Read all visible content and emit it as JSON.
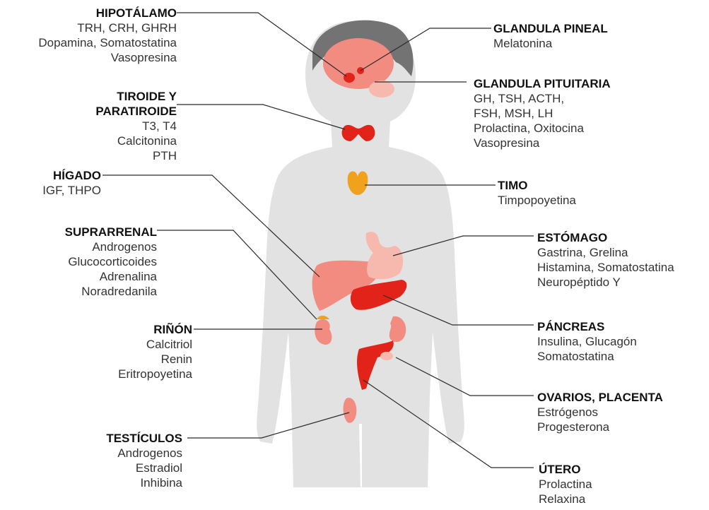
{
  "colors": {
    "body": "#e2e2e2",
    "hair": "#737373",
    "leader": "#2b2b2b",
    "organ_red": "#e2231a",
    "organ_pink": "#f28b80",
    "organ_light": "#f7b8ae",
    "thymus": "#f1a21c"
  },
  "labels": {
    "hipotalamo": {
      "title": "HIPOTÁLAMO",
      "lines": [
        "TRH, CRH, GHRH",
        "Dopamina, Somatostatina",
        "Vasopresina"
      ]
    },
    "tiroide": {
      "title_1": "TIROIDE Y",
      "title_2": "PARATIROIDE",
      "lines": [
        "T3, T4",
        "Calcitonina",
        "PTH"
      ]
    },
    "higado": {
      "title": "HÍGADO",
      "lines": [
        "IGF, THPO"
      ]
    },
    "suprarrenal": {
      "title": "SUPRARRENAL",
      "lines": [
        "Androgenos",
        "Glucocorticoides",
        "Adrenalina",
        "Noradredanila"
      ]
    },
    "rinon": {
      "title": "RIÑÓN",
      "lines": [
        "Calcitriol",
        "Renin",
        "Eritropoyetina"
      ]
    },
    "testiculos": {
      "title": "TESTÍCULOS",
      "lines": [
        "Androgenos",
        "Estradiol",
        "Inhibina"
      ]
    },
    "pineal": {
      "title": "GLANDULA PINEAL",
      "lines": [
        "Melatonina"
      ]
    },
    "pituitaria": {
      "title": "GLANDULA PITUITARIA",
      "lines": [
        "GH, TSH, ACTH,",
        "FSH, MSH, LH",
        "Prolactina, Oxitocina",
        "Vasopresina"
      ]
    },
    "timo": {
      "title": "TIMO",
      "lines": [
        "Timpopoyetina"
      ]
    },
    "estomago": {
      "title": "ESTÓMAGO",
      "lines": [
        "Gastrina, Grelina",
        "Histamina, Somatostatina",
        "Neuropéptido Y"
      ]
    },
    "pancreas": {
      "title": "PÁNCREAS",
      "lines": [
        "Insulina, Glucagón",
        "Somatostatina"
      ]
    },
    "ovarios": {
      "title": "OVARIOS, PLACENTA",
      "lines": [
        "Estrógenos",
        "Progesterona"
      ]
    },
    "utero": {
      "title": "ÚTERO",
      "lines": [
        "Prolactina",
        "Relaxina"
      ]
    }
  }
}
